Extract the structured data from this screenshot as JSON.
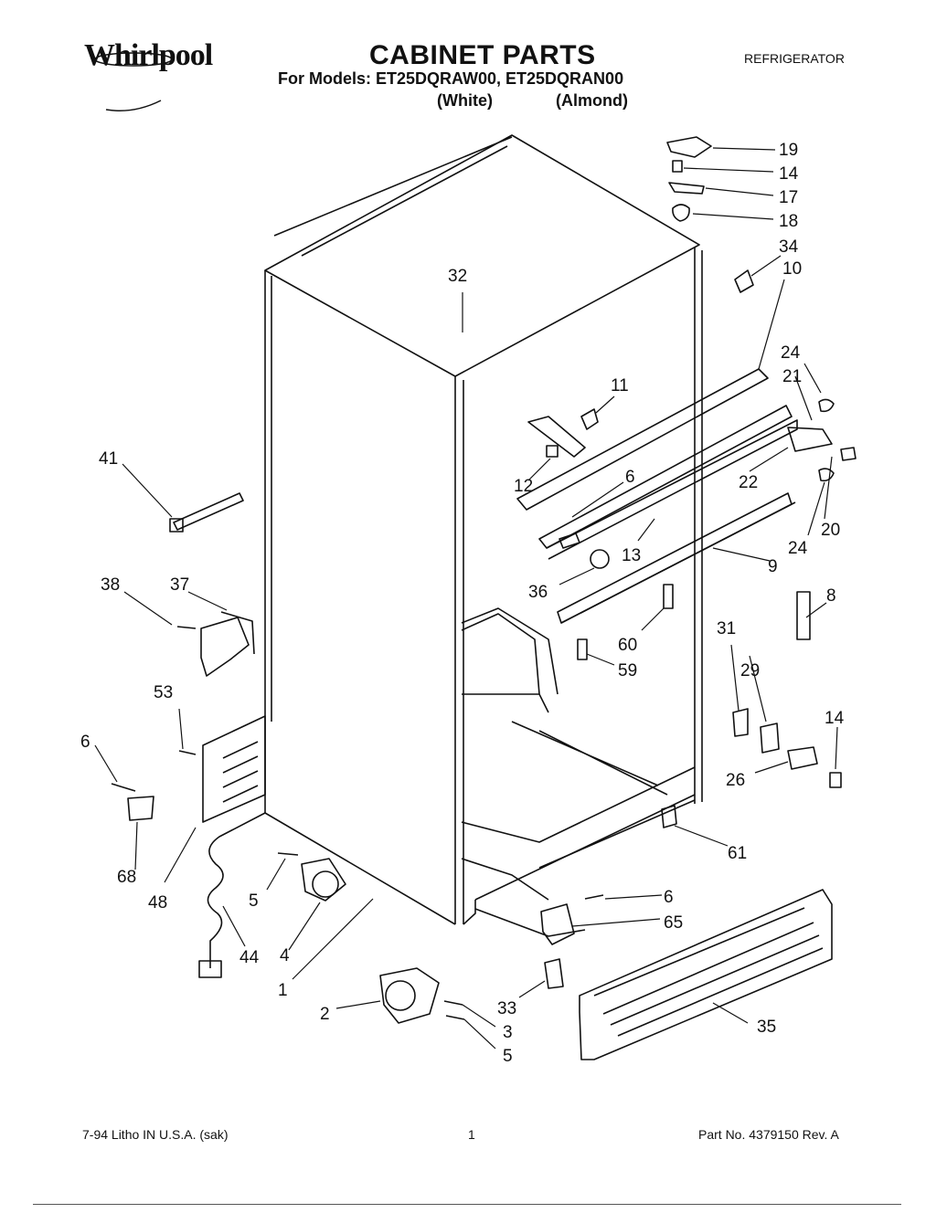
{
  "header": {
    "brand": "Whirlpool",
    "title": "CABINET PARTS",
    "models_line": "For Models: ET25DQRAW00, ET25DQRAN00",
    "white": "(White)",
    "almond": "(Almond)",
    "category": "REFRIGERATOR"
  },
  "callouts": [
    "19",
    "14",
    "17",
    "18",
    "34",
    "10",
    "32",
    "24",
    "21",
    "11",
    "41",
    "12",
    "6",
    "22",
    "20",
    "24",
    "13",
    "9",
    "36",
    "8",
    "38",
    "37",
    "60",
    "59",
    "31",
    "29",
    "53",
    "14",
    "6",
    "26",
    "61",
    "68",
    "48",
    "5",
    "6",
    "65",
    "44",
    "4",
    "1",
    "33",
    "2",
    "3",
    "5",
    "35"
  ],
  "footer": {
    "left": "7-94 Litho IN U.S.A. (sak)",
    "center": "1",
    "right": "Part No. 4379150 Rev. A"
  }
}
